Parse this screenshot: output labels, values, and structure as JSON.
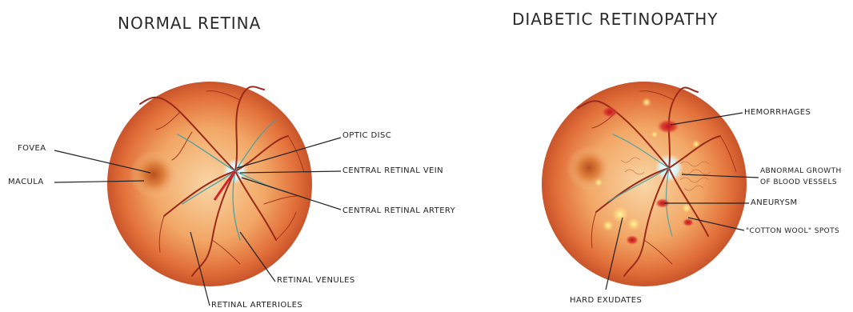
{
  "panels": {
    "normal": {
      "title": "NORMAL RETINA",
      "labels": {
        "fovea": "FOVEA",
        "macula": "MACULA",
        "optic_disc": "OPTIC DISC",
        "central_retinal_vein": "CENTRAL RETINAL VEIN",
        "central_retinal_artery": "CENTRAL RETINAL ARTERY",
        "retinal_venules": "RETINAL VENULES",
        "retinal_arterioles": "RETINAL ARTERIOLES"
      }
    },
    "diabetic": {
      "title": "DIABETIC RETINOPATHY",
      "labels": {
        "hemorrhages": "HEMORRHAGES",
        "abnormal_growth_line1": "ABNORMAL GROWTH",
        "abnormal_growth_line2": "OF BLOOD VESSELS",
        "aneurysm": "ANEURYSM",
        "cotton_wool_spots": "\"COTTON WOOL\" SPOTS",
        "hard_exudates": "HARD EXUDATES"
      }
    }
  }
}
